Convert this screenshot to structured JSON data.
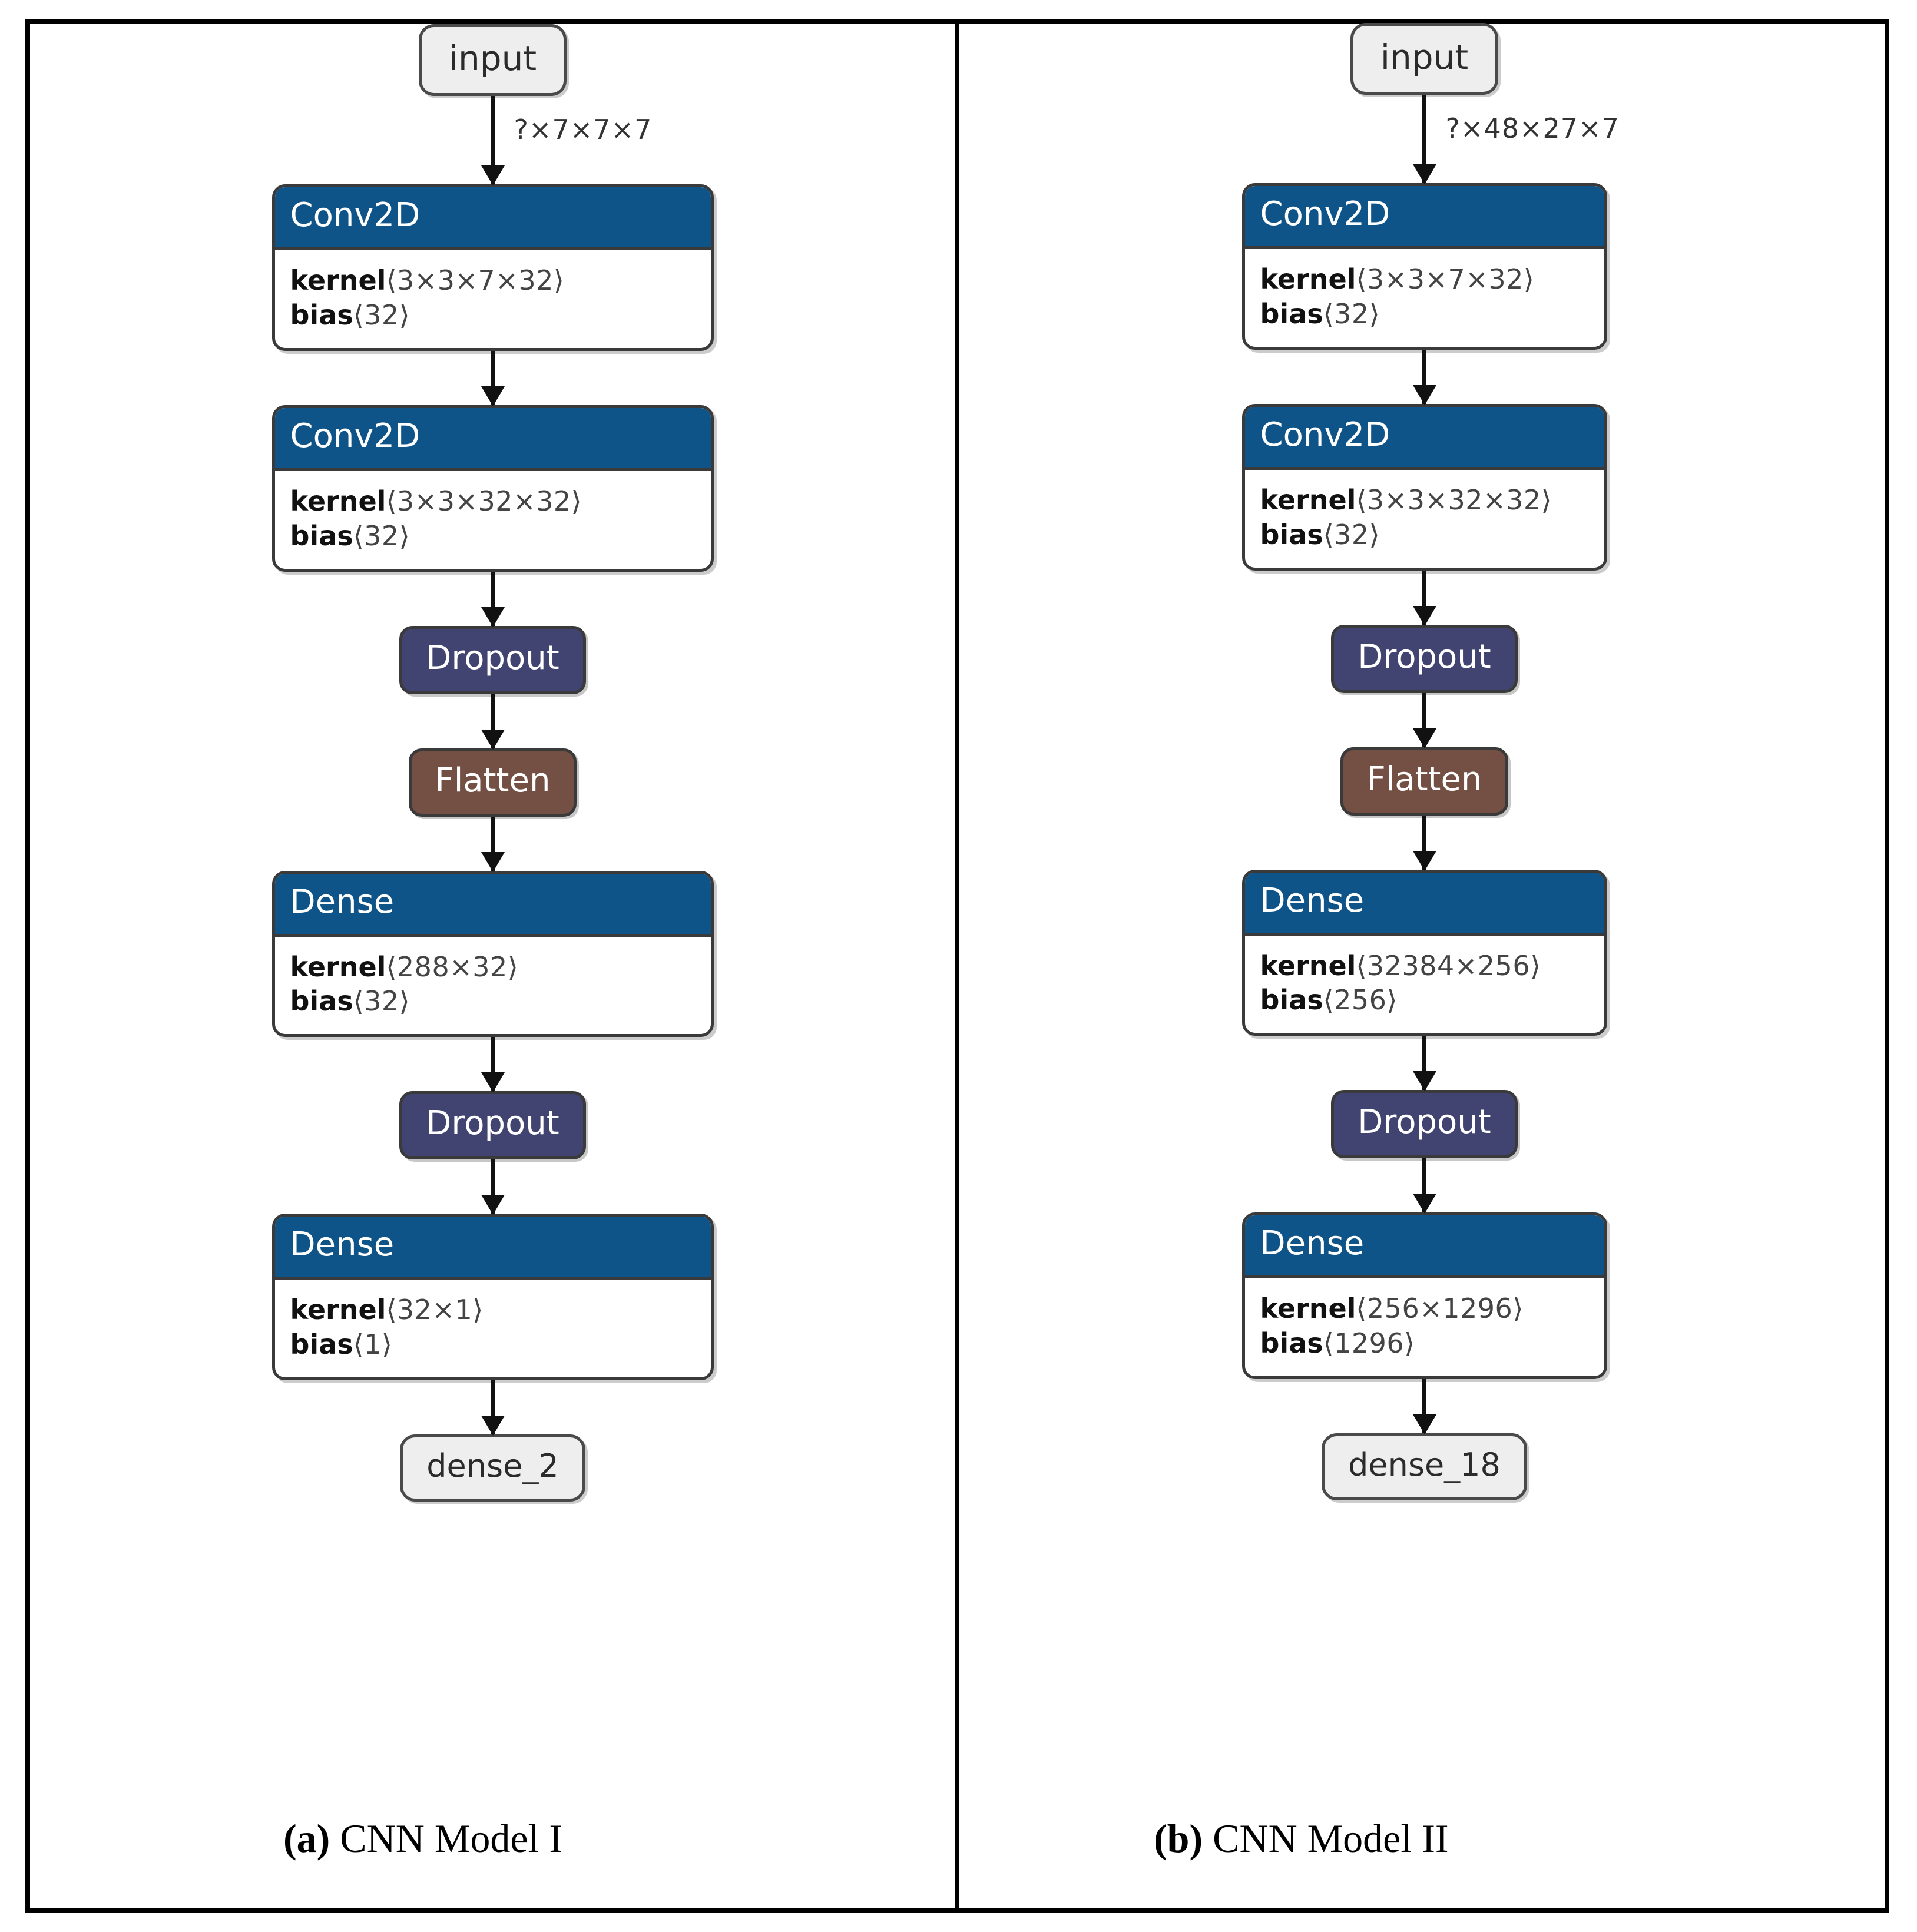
{
  "figure": {
    "panels": [
      {
        "id": "model-1",
        "caption_prefix": "(a)",
        "caption_text": " CNN Model I",
        "input_node": "input",
        "input_edge_label": "?×7×7×7",
        "output_node": "dense_2",
        "layers": [
          {
            "type": "Conv2D",
            "title": "Conv2D",
            "params": [
              {
                "name": "kernel",
                "value": "⟨3×3×7×32⟩"
              },
              {
                "name": "bias",
                "value": "⟨32⟩"
              }
            ]
          },
          {
            "type": "Conv2D",
            "title": "Conv2D",
            "params": [
              {
                "name": "kernel",
                "value": "⟨3×3×32×32⟩"
              },
              {
                "name": "bias",
                "value": "⟨32⟩"
              }
            ]
          },
          {
            "type": "Dropout",
            "title": "Dropout",
            "params": []
          },
          {
            "type": "Flatten",
            "title": "Flatten",
            "params": []
          },
          {
            "type": "Dense",
            "title": "Dense",
            "params": [
              {
                "name": "kernel",
                "value": "⟨288×32⟩"
              },
              {
                "name": "bias",
                "value": "⟨32⟩"
              }
            ]
          },
          {
            "type": "Dropout",
            "title": "Dropout",
            "params": []
          },
          {
            "type": "Dense",
            "title": "Dense",
            "params": [
              {
                "name": "kernel",
                "value": "⟨32×1⟩"
              },
              {
                "name": "bias",
                "value": "⟨1⟩"
              }
            ]
          }
        ]
      },
      {
        "id": "model-2",
        "caption_prefix": "(b)",
        "caption_text": " CNN Model II",
        "input_node": "input",
        "input_edge_label": "?×48×27×7",
        "output_node": "dense_18",
        "layers": [
          {
            "type": "Conv2D",
            "title": "Conv2D",
            "params": [
              {
                "name": "kernel",
                "value": "⟨3×3×7×32⟩"
              },
              {
                "name": "bias",
                "value": "⟨32⟩"
              }
            ]
          },
          {
            "type": "Conv2D",
            "title": "Conv2D",
            "params": [
              {
                "name": "kernel",
                "value": "⟨3×3×32×32⟩"
              },
              {
                "name": "bias",
                "value": "⟨32⟩"
              }
            ]
          },
          {
            "type": "Dropout",
            "title": "Dropout",
            "params": []
          },
          {
            "type": "Flatten",
            "title": "Flatten",
            "params": []
          },
          {
            "type": "Dense",
            "title": "Dense",
            "params": [
              {
                "name": "kernel",
                "value": "⟨32384×256⟩"
              },
              {
                "name": "bias",
                "value": "⟨256⟩"
              }
            ]
          },
          {
            "type": "Dropout",
            "title": "Dropout",
            "params": []
          },
          {
            "type": "Dense",
            "title": "Dense",
            "params": [
              {
                "name": "kernel",
                "value": "⟨256×1296⟩"
              },
              {
                "name": "bias",
                "value": "⟨1296⟩"
              }
            ]
          }
        ]
      }
    ],
    "colors": {
      "layer_header": "#0f5488",
      "dropout": "#414470",
      "flatten": "#744f44",
      "io_node": "#eeeeee",
      "node_border": "#3a3a3a",
      "frame": "#000000"
    }
  }
}
